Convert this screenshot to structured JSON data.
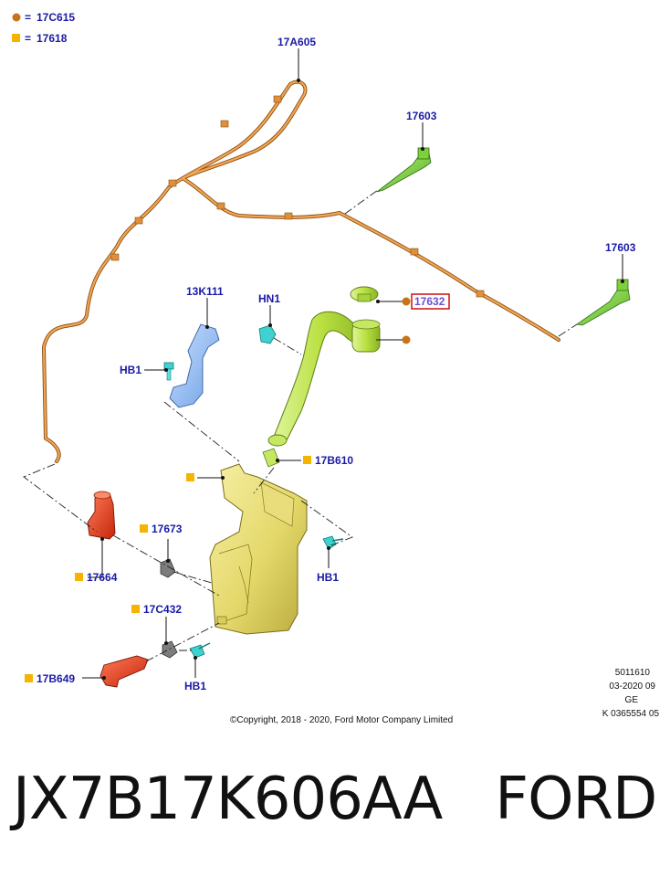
{
  "legend": [
    {
      "marker": "circle",
      "color": "#c8731a",
      "symbol": "=",
      "label": "17C615"
    },
    {
      "marker": "square",
      "color": "#f4b400",
      "symbol": "=",
      "label": "17618"
    }
  ],
  "callouts": {
    "hose_main": "17A605",
    "jet_upper": "17603",
    "jet_right": "17603",
    "bracket": "13K111",
    "nut": "HN1",
    "bolt_left": "HB1",
    "cap": "17632",
    "filler_seal": "17B610",
    "grommet_upper": "17673",
    "pump_front": "17664",
    "bolt_right": "HB1",
    "grommet_lower": "17C432",
    "pump_rear": "17B649",
    "bolt_bottom": "HB1"
  },
  "meta": {
    "code": "5011610",
    "date": "03-2020 09",
    "region": "GE",
    "ref": "K 0365554 05",
    "copyright": "©Copyright, 2018 - 2020, Ford Motor Company Limited"
  },
  "part_number": "JX7B17K606AA",
  "brand": "FORD"
}
